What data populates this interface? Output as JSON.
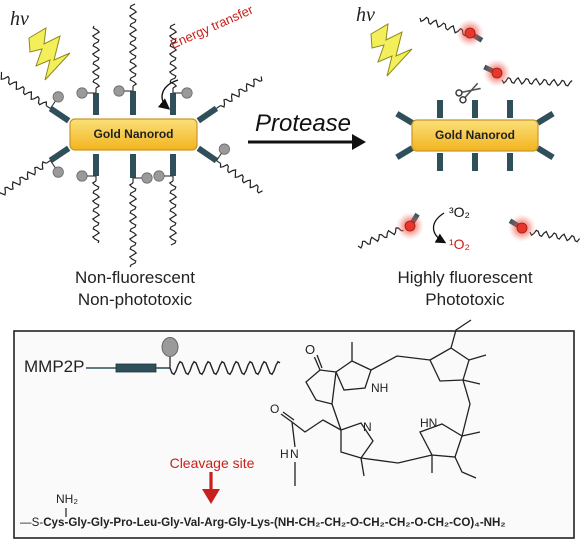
{
  "top": {
    "left_light_label": "hv",
    "right_light_label": "hv",
    "nanorod_label": "Gold Nanorod",
    "energy_transfer_label": "Energy transfer",
    "arrow_label": "Protease",
    "left_caption_line1": "Non-fluorescent",
    "left_caption_line2": "Non-phototoxic",
    "right_caption_line1": "Highly fluorescent",
    "right_caption_line2": "Phototoxic",
    "triplet_oxygen": "³O₂",
    "singlet_oxygen": "¹O₂"
  },
  "box": {
    "probe_name": "MMP2P",
    "cleavage_label": "Cleavage site",
    "nh2_label": "NH₂",
    "peptide_prefix": "—S-",
    "peptide_sequence": "Cys-Gly-Gly-Pro-Leu-Gly-Val-Arg-Gly-Lys-(NH-CH₂-CH₂-O-CH₂-CH₂-O-CH₂-CO)₄-NH₂",
    "porphyrin_atoms": {
      "nh": "NH",
      "n": "N",
      "hn": "HN",
      "o_keto": "O",
      "o_amide": "O",
      "n_amide": "N",
      "h_amide": "H"
    }
  },
  "colors": {
    "gold": "#f5c531",
    "gold_border": "#c9962a",
    "linker": "#2f4f5a",
    "dye_gray": "#9a9a9a",
    "glow_red": "#e8362b",
    "accent_red": "#c8201c"
  }
}
